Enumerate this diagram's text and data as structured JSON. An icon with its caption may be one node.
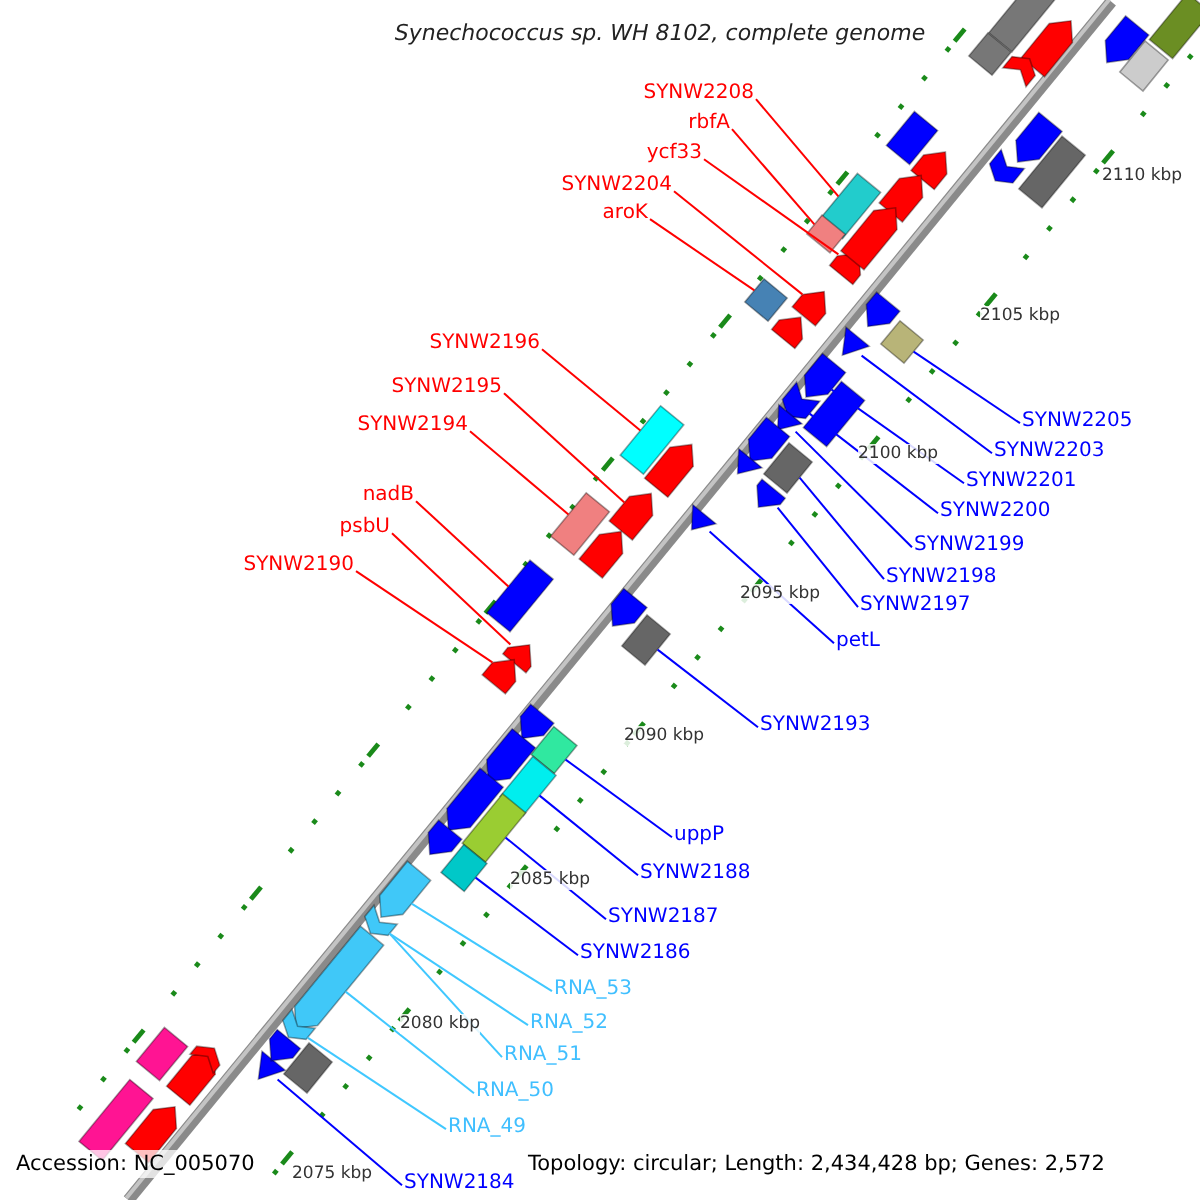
{
  "diagram": {
    "title": "Synechococcus sp. WH 8102, complete genome",
    "nodes": [
      {
        "text": [
          "SYNW2208"
        ]
      },
      {
        "text": [
          "rbfA"
        ]
      },
      {
        "text": [
          "ycf33"
        ]
      },
      {
        "text": [
          "SYNW2204"
        ]
      },
      {
        "text": [
          "aroK"
        ]
      },
      {
        "text": [
          "SYNW2196"
        ]
      },
      {
        "text": [
          "SYNW2195"
        ]
      },
      {
        "text": [
          "SYNW2205"
        ]
      },
      {
        "text": [
          "SYNW2194"
        ]
      },
      {
        "text": [
          "SYNW2203"
        ]
      },
      {
        "text": [
          "SYNW2201"
        ]
      },
      {
        "text": [
          "nadB"
        ]
      },
      {
        "text": [
          "SYNW2200"
        ]
      },
      {
        "text": [
          "psbU"
        ]
      },
      {
        "text": [
          "SYNW2199"
        ]
      },
      {
        "text": [
          "SYNW2190"
        ]
      },
      {
        "text": [
          "SYNW2198"
        ]
      },
      {
        "text": [
          "SYNW2197"
        ]
      },
      {
        "text": [
          "petL"
        ]
      },
      {
        "text": [
          "SYNW2193"
        ]
      },
      {
        "text": [
          "uppP"
        ]
      },
      {
        "text": [
          "SYNW2188"
        ]
      },
      {
        "text": [
          "SYNW2187"
        ]
      },
      {
        "text": [
          "SYNW2186"
        ]
      },
      {
        "text": [
          "RNA_53"
        ]
      },
      {
        "text": [
          "RNA_52"
        ]
      },
      {
        "text": [
          "RNA_51"
        ]
      },
      {
        "text": [
          "RNA_50"
        ]
      },
      {
        "text": [
          "RNA_49"
        ]
      },
      {
        "text": [
          "SYNW2184"
        ]
      },
      {
        "text": [],
        "shape": "box"
      },
      {
        "text": [],
        "shape": "box"
      },
      {
        "text": [],
        "shape": "arrow"
      },
      {
        "text": [],
        "shape": "diamond"
      },
      {
        "text": [],
        "shape": "arrow"
      },
      {
        "text": [],
        "shape": "diamond"
      },
      {
        "text": [],
        "shape": "triangle"
      },
      {
        "text": [],
        "shape": "arrow"
      },
      {
        "text": [],
        "shape": "chevron"
      },
      {
        "text": [],
        "shape": "triangle"
      },
      {
        "text": [],
        "shape": "box"
      },
      {
        "text": [],
        "shape": "box"
      },
      {
        "text": [],
        "shape": "arrow"
      },
      {
        "text": [],
        "shape": "arrow"
      },
      {
        "text": [],
        "shape": "triangle"
      },
      {
        "text": [],
        "shape": "box"
      },
      {
        "text": [],
        "shape": "box"
      },
      {
        "text": [],
        "shape": "box"
      },
      {
        "text": [],
        "shape": "arrow"
      },
      {
        "text": [],
        "shape": "arrow"
      },
      {
        "text": [],
        "shape": "box"
      },
      {
        "text": [],
        "shape": "box"
      },
      {
        "text": [],
        "shape": "box"
      },
      {
        "text": [],
        "shape": "box"
      },
      {
        "text": [],
        "shape": "arrow"
      },
      {
        "text": [],
        "shape": "chevron"
      },
      {
        "text": [],
        "shape": "arrow"
      },
      {
        "text": [],
        "shape": "chevron"
      },
      {
        "text": [],
        "shape": "triangle"
      },
      {
        "text": [],
        "shape": "box"
      },
      {
        "text": [],
        "shape": "diamond"
      },
      {
        "text": [],
        "shape": "arrow"
      },
      {
        "text": [],
        "shape": "chevron"
      },
      {
        "text": [],
        "shape": "arrow"
      },
      {
        "text": [],
        "shape": "box"
      },
      {
        "text": [],
        "shape": "box"
      },
      {
        "text": [],
        "shape": "box"
      },
      {
        "text": [],
        "shape": "arrow"
      },
      {
        "text": [],
        "shape": "arrow"
      },
      {
        "text": [],
        "shape": "arrow"
      },
      {
        "text": [],
        "shape": "arrow"
      },
      {
        "text": [],
        "shape": "arrow"
      },
      {
        "text": [],
        "shape": "arrow"
      },
      {
        "text": [],
        "shape": "chevron"
      },
      {
        "text": [],
        "shape": "box"
      },
      {
        "text": [],
        "shape": "box"
      },
      {
        "text": [],
        "shape": "arrow"
      },
      {
        "text": [],
        "shape": "triangle"
      },
      {
        "text": [],
        "shape": "arrow"
      },
      {
        "text": [],
        "shape": "arrow"
      },
      {
        "text": [],
        "shape": "arrow"
      },
      {
        "text": [],
        "shape": "arrow"
      },
      {
        "text": [],
        "shape": "arrow"
      },
      {
        "text": [],
        "shape": "arrow"
      },
      {
        "text": [],
        "shape": "arrow"
      },
      {
        "text": [],
        "shape": "arrow"
      },
      {
        "text": [],
        "shape": "box"
      },
      {
        "text": [],
        "shape": "box"
      },
      {
        "text": [],
        "shape": "box"
      },
      {
        "text": [],
        "shape": "arrow"
      },
      {
        "text": [],
        "shape": "arrow"
      },
      {
        "text": [],
        "shape": "chevron"
      }
    ],
    "edges": [
      {
        "from": 0,
        "to": 30,
        "arrow": "none",
        "color": "#ff0000"
      },
      {
        "from": 1,
        "to": 31,
        "arrow": "none",
        "color": "#ff0000"
      },
      {
        "from": 2,
        "to": 32,
        "arrow": "none",
        "color": "#ff0000"
      },
      {
        "from": 3,
        "to": 34,
        "arrow": "none",
        "color": "#ff0000"
      },
      {
        "from": 4,
        "to": 33,
        "arrow": "none",
        "color": "#ff0000"
      },
      {
        "from": 5,
        "to": 40,
        "arrow": "none",
        "color": "#ff0000"
      },
      {
        "from": 6,
        "to": 43,
        "arrow": "none",
        "color": "#ff0000"
      },
      {
        "from": 7,
        "to": 35,
        "arrow": "none"
      },
      {
        "from": 8,
        "to": 45,
        "arrow": "none",
        "color": "#ff0000"
      },
      {
        "from": 9,
        "to": 36,
        "arrow": "none"
      },
      {
        "from": 10,
        "to": 37,
        "arrow": "none"
      },
      {
        "from": 11,
        "to": 46,
        "arrow": "none",
        "color": "#ff0000"
      },
      {
        "from": 12,
        "to": 38,
        "arrow": "none"
      },
      {
        "from": 13,
        "to": 48,
        "arrow": "none",
        "color": "#ff0000"
      },
      {
        "from": 14,
        "to": 39,
        "arrow": "none"
      },
      {
        "from": 15,
        "to": 49,
        "arrow": "none",
        "color": "#ff0000"
      },
      {
        "from": 16,
        "to": 41,
        "arrow": "none"
      },
      {
        "from": 17,
        "to": 42,
        "arrow": "none"
      },
      {
        "from": 18,
        "to": 44,
        "arrow": "none"
      },
      {
        "from": 19,
        "to": 47,
        "arrow": "none"
      },
      {
        "from": 20,
        "to": 50,
        "arrow": "none"
      },
      {
        "from": 21,
        "to": 51,
        "arrow": "none"
      },
      {
        "from": 22,
        "to": 52,
        "arrow": "none"
      },
      {
        "from": 23,
        "to": 53,
        "arrow": "none"
      },
      {
        "from": 24,
        "to": 54,
        "arrow": "none",
        "color": "#40c8ff"
      },
      {
        "from": 25,
        "to": 55,
        "arrow": "none",
        "color": "#40c8ff"
      },
      {
        "from": 26,
        "to": 55,
        "arrow": "none",
        "color": "#40c8ff"
      },
      {
        "from": 27,
        "to": 56,
        "arrow": "none",
        "color": "#40c8ff"
      },
      {
        "from": 28,
        "to": 57,
        "arrow": "none",
        "color": "#40c8ff"
      },
      {
        "from": 29,
        "to": 58,
        "arrow": "none"
      }
    ],
    "labels": [
      "2110 kbp",
      "2105 kbp",
      "2100 kbp",
      "2095 kbp",
      "2090 kbp",
      "2085 kbp",
      "2080 kbp",
      "2075 kbp",
      "Accession: NC_005070",
      "Topology: circular; Length: 2,434,428 bp; Genes: 2,572"
    ]
  }
}
